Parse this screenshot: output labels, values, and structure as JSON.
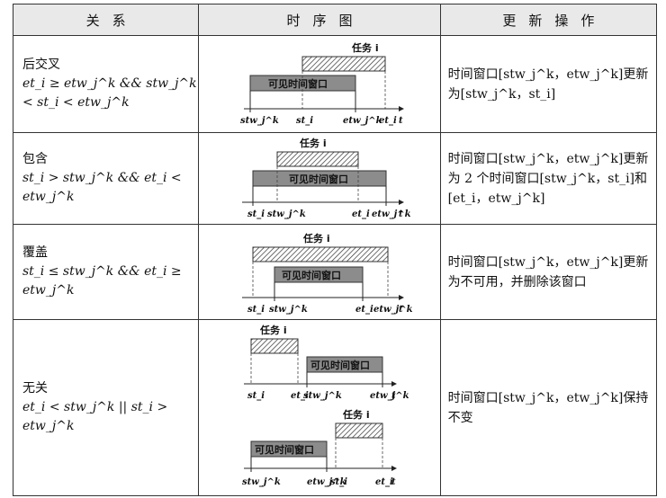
{
  "headers": [
    "关系",
    "时序图",
    "更新操作"
  ],
  "rows": [
    {
      "relation": "后交叉",
      "condition": "et_i ≥ etw_j^k && stw_j^k < st_i < etw_j^k",
      "diagram": {
        "task_label": "任务 i",
        "window_label": "可见时间窗口",
        "ticks": [
          "stw_j^k",
          "st_i",
          "etw_j^k",
          "et_i",
          "t"
        ]
      },
      "update": "时间窗口[stw_j^k，etw_j^k]更新为[stw_j^k，st_i]"
    },
    {
      "relation": "包含",
      "condition": "st_i > stw_j^k && et_i < etw_j^k",
      "diagram": {
        "task_label": "任务 i",
        "window_label": "可见时间窗口",
        "ticks": [
          "st_i",
          "stw_j^k",
          "et_i",
          "etw_j^k",
          "t"
        ]
      },
      "update": "时间窗口[stw_j^k，etw_j^k]更新为 2 个时间窗口[stw_j^k，st_i]和[et_i，etw_j^k]"
    },
    {
      "relation": "覆盖",
      "condition": "st_i ≤ stw_j^k && et_i ≥ etw_j^k",
      "diagram": {
        "task_label": "任务 i",
        "window_label": "可见时间窗口",
        "ticks": [
          "st_i",
          "stw_j^k",
          "et_i",
          "etw_j^k",
          "t"
        ]
      },
      "update": "时间窗口[stw_j^k，etw_j^k]更新为不可用，并删除该窗口"
    },
    {
      "relation": "无关",
      "condition": "et_i < stw_j^k || st_i > etw_j^k",
      "diagram_a": {
        "task_label": "任务 i",
        "window_label": "可见时间窗口",
        "ticks": [
          "st_i",
          "et_i",
          "stw_j^k",
          "etw_j^k",
          "t"
        ]
      },
      "diagram_b": {
        "task_label": "任务 i",
        "window_label": "可见时间窗口",
        "ticks": [
          "stw_j^k",
          "etw_j^k",
          "st_i",
          "et_i",
          "t"
        ]
      },
      "update": "时间窗口[stw_j^k，etw_j^k]保持不变"
    }
  ]
}
